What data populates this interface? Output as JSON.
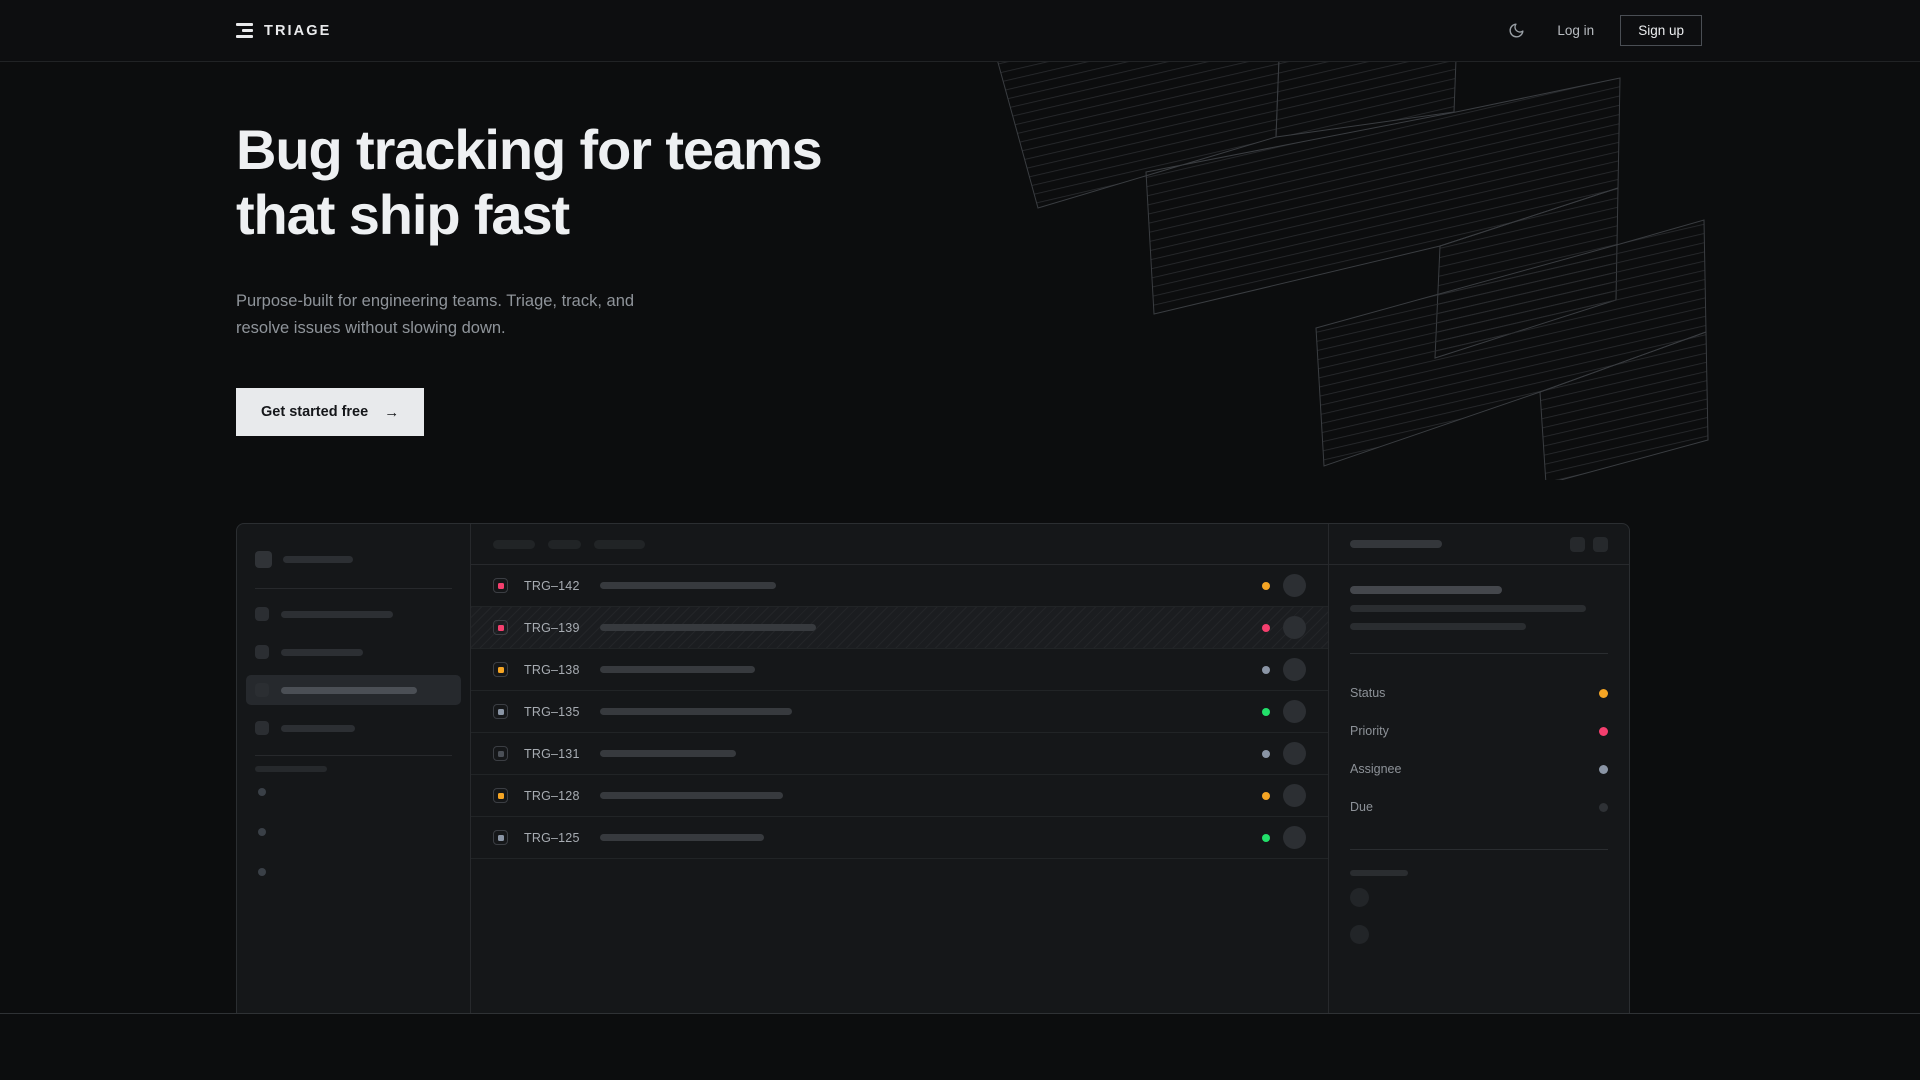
{
  "header": {
    "brand": "TRIAGE",
    "logo_icon": "stacked-bars-logo",
    "theme_toggle_icon": "moon-icon",
    "login_label": "Log in",
    "signup_label": "Sign up"
  },
  "hero": {
    "headline": "Bug tracking for teams\nthat ship fast",
    "subhead": "Purpose-built for engineering teams. Triage, track, and\nresolve issues without slowing down.",
    "cta_label": "Get started free",
    "cta_arrow": "→"
  },
  "colors": {
    "page_bg": "#0c0d0e",
    "panel_bg": "#151719",
    "border": "#2b2e31",
    "text_primary": "#eef0f2",
    "text_muted": "#8f949a",
    "cta_bg": "#e8eaec",
    "status_amber": "#f5a524",
    "status_rose": "#f43f6e",
    "status_green": "#22e06a",
    "status_slate": "#8a95a5",
    "status_idle": "#2e3135"
  },
  "app_mock": {
    "sidebar": {
      "nav_items": [
        {
          "name": "nav-item-1",
          "width": 112,
          "active": false
        },
        {
          "name": "nav-item-2",
          "width": 82,
          "active": false
        },
        {
          "name": "nav-item-3",
          "width": 136,
          "active": true
        },
        {
          "name": "nav-item-4",
          "width": 74,
          "active": false
        }
      ],
      "header_bar_width": 70,
      "section_label_width": 72,
      "footer_dots": 3
    },
    "list": {
      "toolbar_pills": [
        42,
        33,
        51
      ],
      "columns": [
        "priority",
        "id",
        "title",
        "status",
        "assignee"
      ],
      "rows": [
        {
          "id": "TRG–142",
          "priority_color": "#f43f6e",
          "title_width": 176,
          "status_color": "#f5a524",
          "selected": false
        },
        {
          "id": "TRG–139",
          "priority_color": "#f43f6e",
          "title_width": 216,
          "status_color": "#f43f6e",
          "selected": true
        },
        {
          "id": "TRG–138",
          "priority_color": "#f5a524",
          "title_width": 155,
          "status_color": "#8a95a5",
          "selected": false
        },
        {
          "id": "TRG–135",
          "priority_color": "#8a95a5",
          "title_width": 192,
          "status_color": "#22e06a",
          "selected": false
        },
        {
          "id": "TRG–131",
          "priority_color": "#4b5057",
          "title_width": 136,
          "status_color": "#8a95a5",
          "selected": false
        },
        {
          "id": "TRG–128",
          "priority_color": "#f5a524",
          "title_width": 183,
          "status_color": "#f5a524",
          "selected": false
        },
        {
          "id": "TRG–125",
          "priority_color": "#8a95a5",
          "title_width": 164,
          "status_color": "#22e06a",
          "selected": false
        }
      ]
    },
    "detail": {
      "header_buttons": [
        "detail-action-1",
        "detail-action-2"
      ],
      "desc_line_widths": [
        236,
        176
      ],
      "meta": [
        {
          "label": "Status",
          "dot_color": "#f5a524"
        },
        {
          "label": "Priority",
          "dot_color": "#f43f6e"
        },
        {
          "label": "Assignee",
          "dot_color": "#8a95a5"
        },
        {
          "label": "Due",
          "dot_color": "#2e3135"
        }
      ],
      "activity_avatars": 2
    }
  }
}
